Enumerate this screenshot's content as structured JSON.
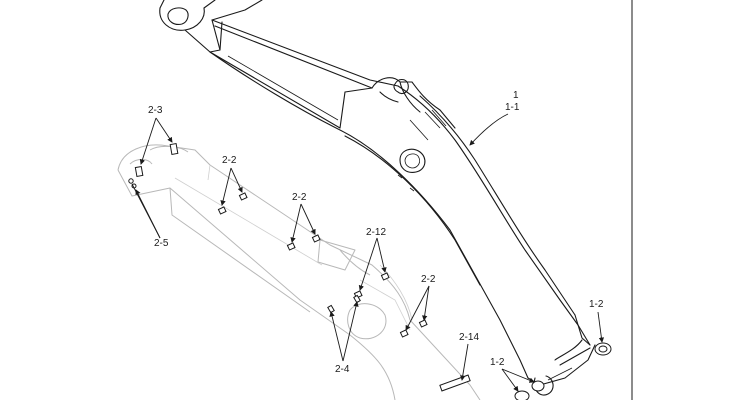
{
  "labels": {
    "l1": "1",
    "l1_1": "1-1",
    "l2_3": "2-3",
    "l2_2a": "2-2",
    "l2_2b": "2-2",
    "l2_2c": "2-2",
    "l2_5": "2-5",
    "l2_12": "2-12",
    "l2_4": "2-4",
    "l2_14": "2-14",
    "l1_2a": "1-2",
    "l1_2b": "1-2"
  }
}
